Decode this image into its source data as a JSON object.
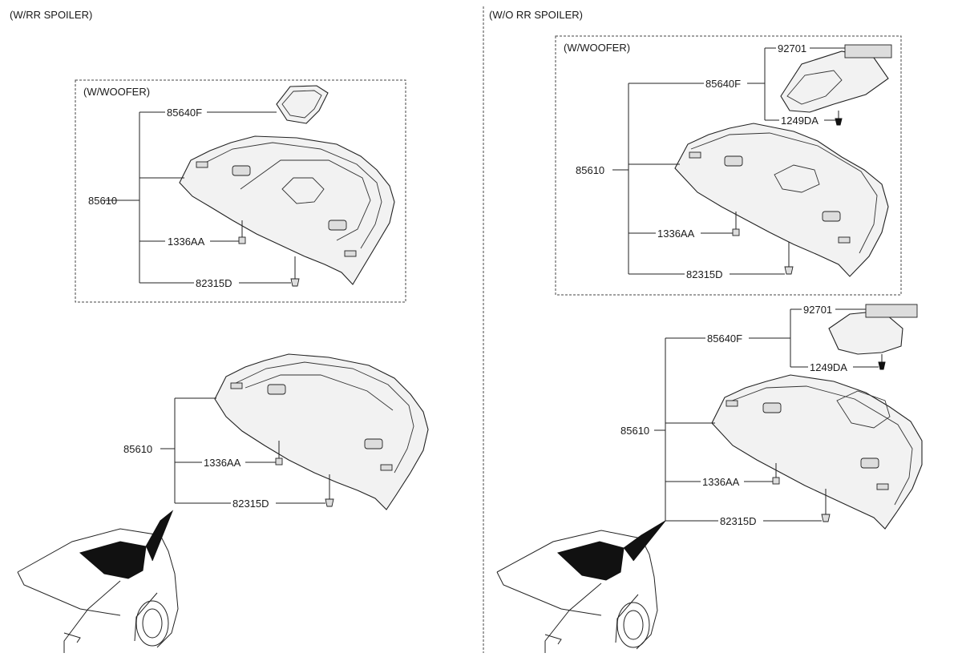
{
  "sections": {
    "left": {
      "title": "(W/RR SPOILER)"
    },
    "right": {
      "title": "(W/O RR SPOILER)"
    }
  },
  "groups": {
    "left_woofer": {
      "title": "(W/WOOFER)",
      "assembly": "85610",
      "parts": [
        "85640F",
        "1336AA",
        "82315D"
      ]
    },
    "left_standard": {
      "assembly": "85610",
      "parts": [
        "1336AA",
        "82315D"
      ]
    },
    "right_woofer": {
      "title": "(W/WOOFER)",
      "assembly": "85610",
      "parts": [
        "92701",
        "85640F",
        "1249DA",
        "1336AA",
        "82315D"
      ]
    },
    "right_standard": {
      "assembly": "85610",
      "parts": [
        "92701",
        "85640F",
        "1249DA",
        "1336AA",
        "82315D"
      ]
    }
  },
  "icons": {
    "package_tray": "package-tray-icon",
    "woofer_cover": "woofer-cover-icon",
    "clip": "clip-icon",
    "fastener": "fastener-icon",
    "screw": "screw-icon",
    "car": "car-rear-icon"
  }
}
